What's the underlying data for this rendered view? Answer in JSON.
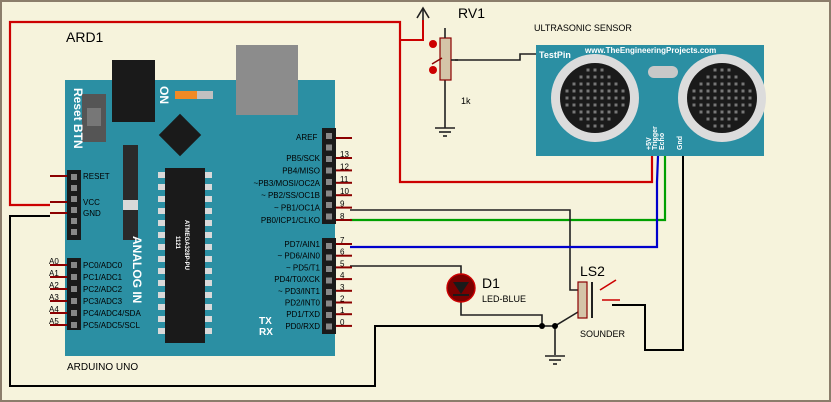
{
  "arduino": {
    "designator": "ARD1",
    "board_name": "ARDUINO UNO",
    "reset_label": "Reset BTN",
    "on_label": "ON",
    "analog_label": "ANALOG IN",
    "chip_label_line1": "1121",
    "chip_label_line2": "ATMEGA328P-PU",
    "left_pins": [
      {
        "label": "RESET"
      },
      {
        "label": "VCC"
      },
      {
        "label": "GND"
      }
    ],
    "analog_pins": [
      {
        "num": "A0",
        "label": "PC0/ADC0"
      },
      {
        "num": "A1",
        "label": "PC1/ADC1"
      },
      {
        "num": "A2",
        "label": "PC2/ADC2"
      },
      {
        "num": "A3",
        "label": "PC3/ADC3"
      },
      {
        "num": "A4",
        "label": "PC4/ADC4/SDA"
      },
      {
        "num": "A5",
        "label": "PC5/ADC5/SCL"
      }
    ],
    "aref_label": "AREF",
    "digital_pins": [
      {
        "num": "13",
        "label": "PB5/SCK"
      },
      {
        "num": "12",
        "label": "PB4/MISO"
      },
      {
        "num": "11",
        "label": "~PB3/MOSI/OC2A"
      },
      {
        "num": "10",
        "label": "~ PB2/SS/OC1B"
      },
      {
        "num": "9",
        "label": "~ PB1/OC1A"
      },
      {
        "num": "8",
        "label": "PB0/ICP1/CLKO"
      },
      {
        "num": "7",
        "label": "PD7/AIN1"
      },
      {
        "num": "6",
        "label": "~ PD6/AIN0"
      },
      {
        "num": "5",
        "label": "~ PD5/T1"
      },
      {
        "num": "4",
        "label": "PD4/T0/XCK"
      },
      {
        "num": "3",
        "label": "~ PD3/INT1"
      },
      {
        "num": "2",
        "label": "PD2/INT0"
      },
      {
        "num": "1",
        "label": "PD1/TXD"
      },
      {
        "num": "0",
        "label": "PD0/RXD"
      }
    ],
    "tx_label": "TX",
    "rx_label": "RX"
  },
  "potentiometer": {
    "designator": "RV1",
    "value": "1k"
  },
  "sensor": {
    "title": "ULTRASONIC SENSOR",
    "test_pin": "TestPin",
    "website": "www.TheEngineeringProjects.com",
    "pins": [
      "+5V",
      "Trigger",
      "Echo",
      "Gnd"
    ]
  },
  "led": {
    "designator": "D1",
    "type": "LED-BLUE"
  },
  "sounder": {
    "designator": "LS2",
    "type": "SOUNDER"
  },
  "colors": {
    "background": "#f6f3dc",
    "board": "#2b8fa3",
    "wire_vcc": "#cc0000",
    "wire_data_green": "#00a000",
    "wire_data_blue": "#0000cc",
    "wire_gnd": "#000000",
    "wire_other": "#202020",
    "pin_red": "#8b0000"
  }
}
